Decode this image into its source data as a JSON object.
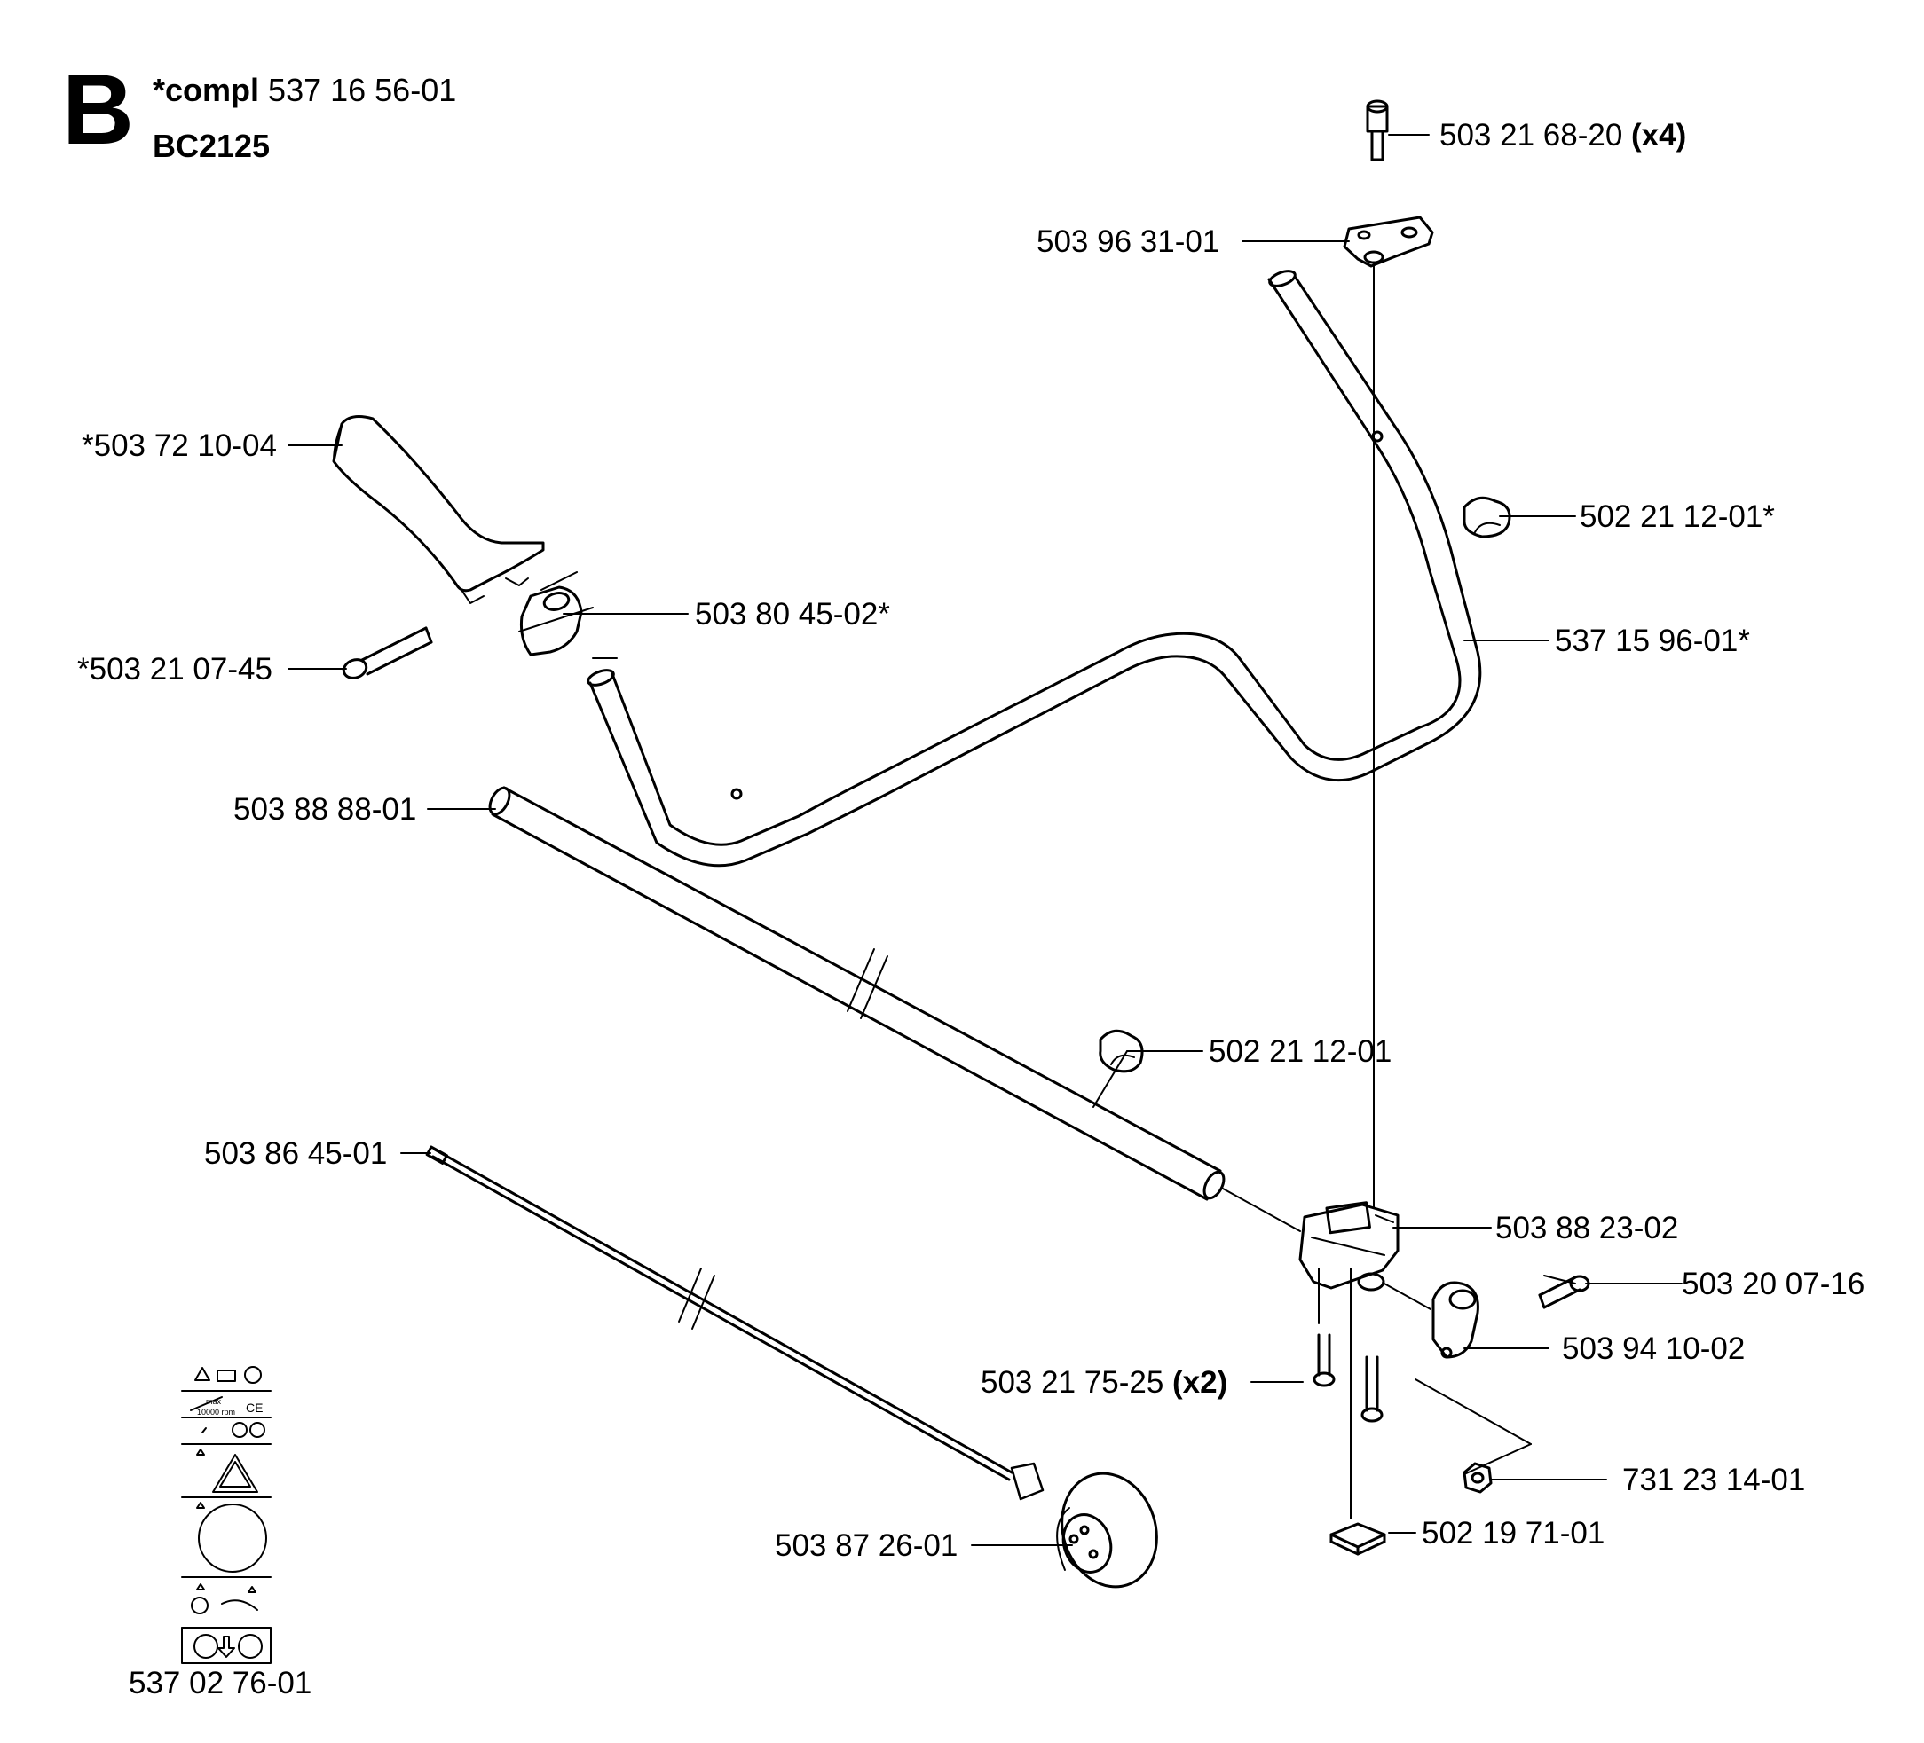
{
  "header": {
    "section": "B",
    "compl_prefix": "*compl",
    "compl_number": "537 16 56-01",
    "model": "BC2125"
  },
  "parts": [
    {
      "id": "p1",
      "number": "503 21 68-20",
      "qty": "(x4)"
    },
    {
      "id": "p2",
      "number": "503 96 31-01",
      "qty": ""
    },
    {
      "id": "p3",
      "number": "*503 72 10-04",
      "qty": ""
    },
    {
      "id": "p4",
      "number": "502 21 12-01*",
      "qty": ""
    },
    {
      "id": "p5",
      "number": "503 80 45-02*",
      "qty": ""
    },
    {
      "id": "p6",
      "number": "537 15 96-01*",
      "qty": ""
    },
    {
      "id": "p7",
      "number": "*503 21 07-45",
      "qty": ""
    },
    {
      "id": "p8",
      "number": "503 88 88-01",
      "qty": ""
    },
    {
      "id": "p9",
      "number": "502 21 12-01",
      "qty": ""
    },
    {
      "id": "p10",
      "number": "503 86 45-01",
      "qty": ""
    },
    {
      "id": "p11",
      "number": "503 88 23-02",
      "qty": ""
    },
    {
      "id": "p12",
      "number": "503 20 07-16",
      "qty": ""
    },
    {
      "id": "p13",
      "number": "503 94 10-02",
      "qty": ""
    },
    {
      "id": "p14",
      "number": "503 21 75-25",
      "qty": "(x2)"
    },
    {
      "id": "p15",
      "number": "731 23 14-01",
      "qty": ""
    },
    {
      "id": "p16",
      "number": "502 19 71-01",
      "qty": ""
    },
    {
      "id": "p17",
      "number": "503 87 26-01",
      "qty": ""
    },
    {
      "id": "p18",
      "number": "537 02 76-01",
      "qty": ""
    }
  ],
  "decal": {
    "max_label": "max",
    "rpm_label": "10000 rpm",
    "ce_label": "CE"
  }
}
